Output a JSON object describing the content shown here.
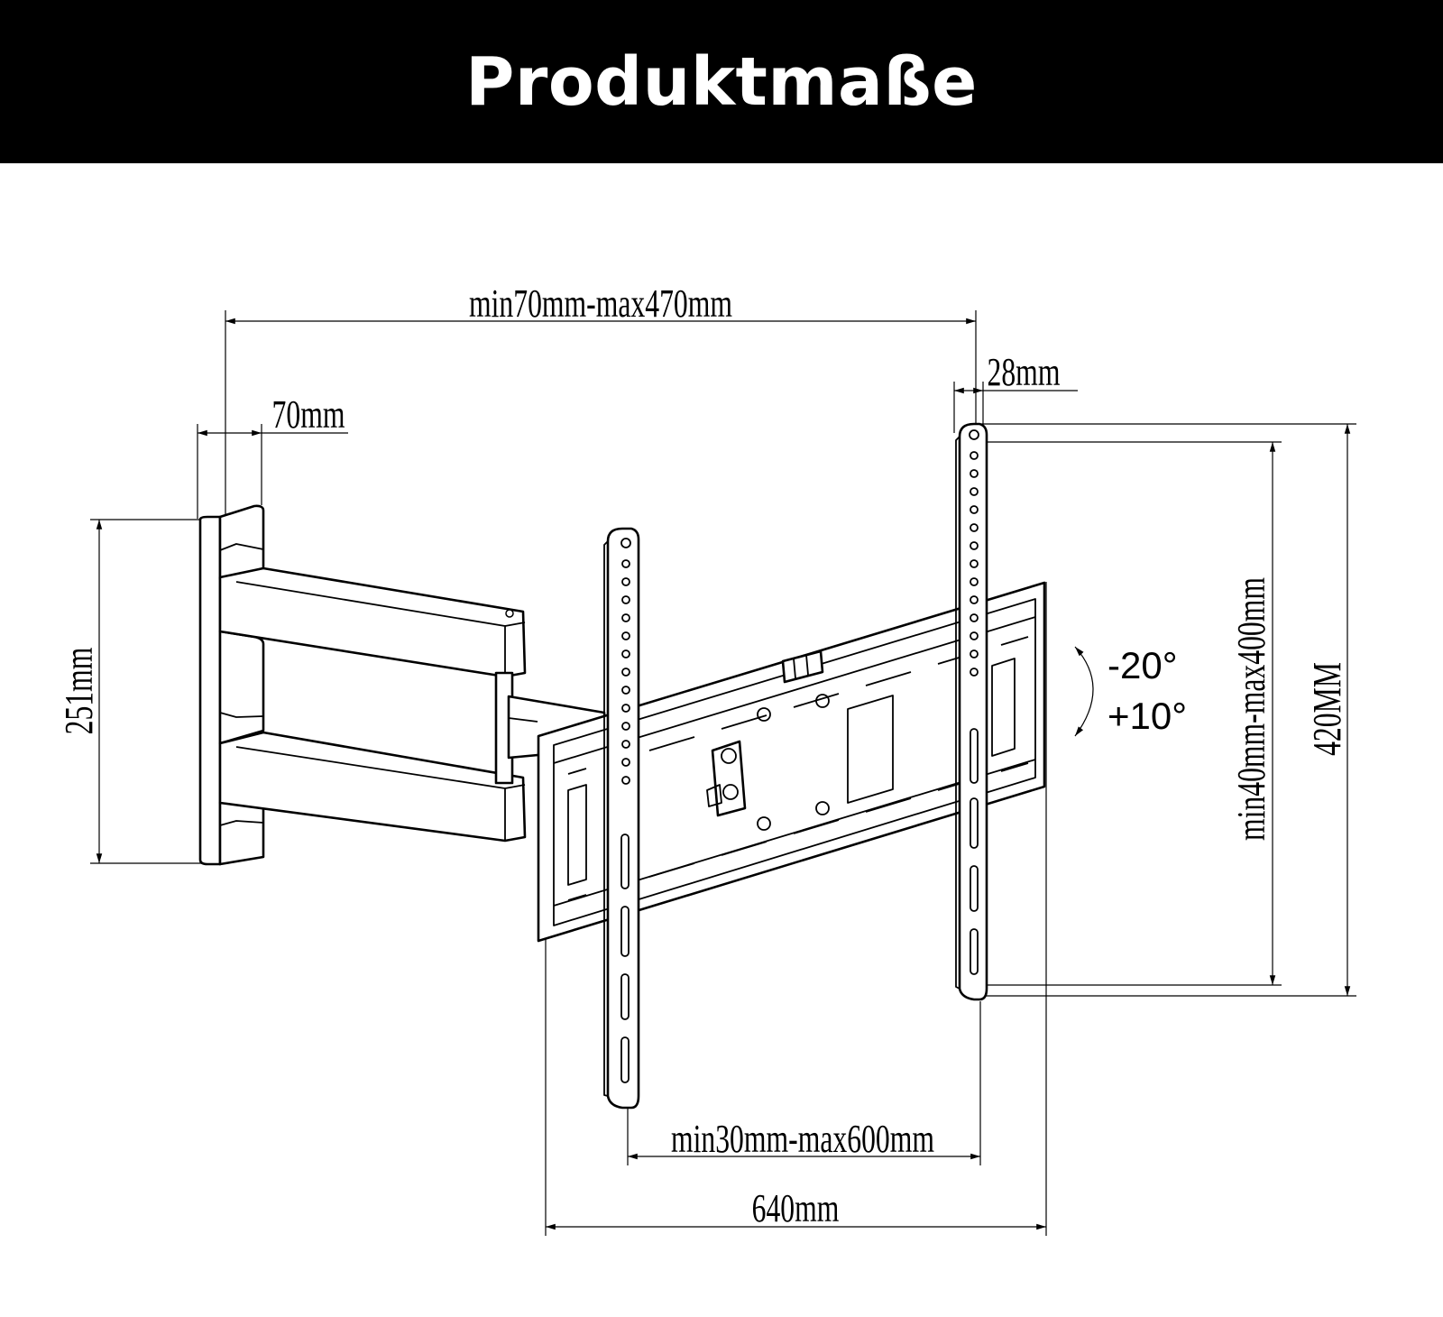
{
  "header": {
    "title": "Produktmaße"
  },
  "dimensions": {
    "extension": "min70mm-max470mm",
    "wall_depth": "70mm",
    "plate_depth": "28mm",
    "wall_height": "251mm",
    "vesa_vertical": "min40mm-max400mm",
    "arm_height": "420MM",
    "vesa_horizontal": "min30mm-max600mm",
    "plate_width": "640mm"
  },
  "tilt": {
    "up": "-20°",
    "down": "+10°"
  },
  "colors": {
    "banner": "#000000",
    "text_on_banner": "#ffffff",
    "line": "#000000",
    "background": "#ffffff"
  }
}
